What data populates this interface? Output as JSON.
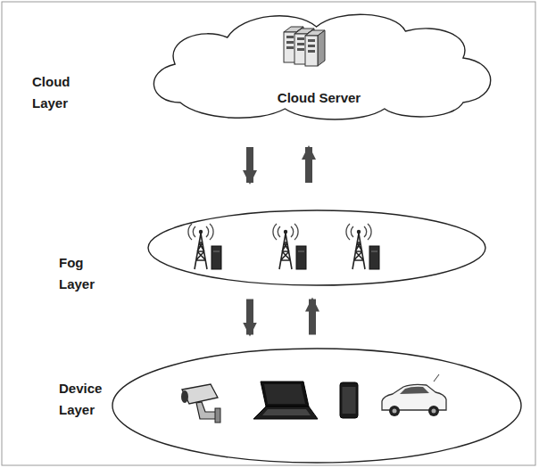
{
  "diagram": {
    "nodes": [
      {
        "text": [
          "Cloud Layer",
          "Cloud Server"
        ]
      },
      {
        "text": [
          "Fog Layer"
        ]
      },
      {
        "text": [
          "Device Layer"
        ]
      }
    ],
    "edges": [
      {
        "from": 0,
        "to": 1,
        "arrow": "to"
      },
      {
        "from": 1,
        "to": 0,
        "arrow": "to"
      },
      {
        "from": 1,
        "to": 2,
        "arrow": "to"
      },
      {
        "from": 2,
        "to": 1,
        "arrow": "to"
      }
    ]
  }
}
